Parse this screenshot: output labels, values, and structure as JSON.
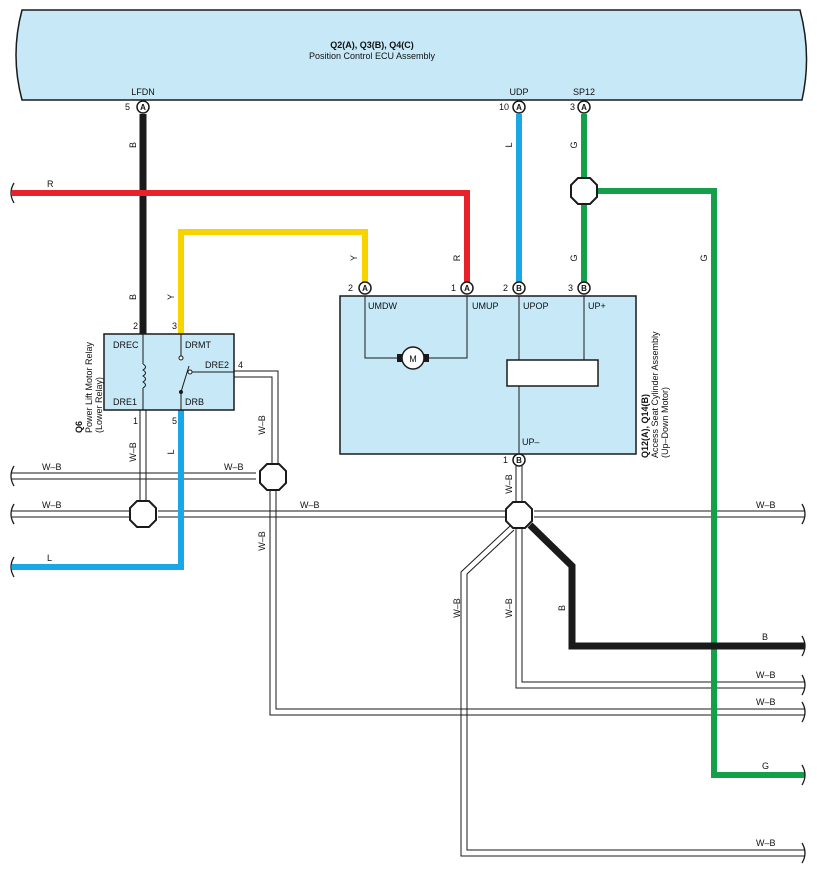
{
  "ecu": {
    "title": "Q2(A), Q3(B), Q4(C)",
    "name": "Position Control ECU Assembly",
    "terminals": [
      {
        "label": "LFDN",
        "pin": "5",
        "conn": "A"
      },
      {
        "label": "UDP",
        "pin": "10",
        "conn": "A"
      },
      {
        "label": "SP12",
        "pin": "3",
        "conn": "A"
      }
    ]
  },
  "relay": {
    "id": "Q6",
    "name": "Power Lift Motor Relay",
    "subname": "(Lower Relay)",
    "terminals": [
      "DREC",
      "DRMT",
      "DRE2",
      "DRE1",
      "DRB"
    ],
    "pins": [
      "2",
      "3",
      "4",
      "1",
      "5"
    ]
  },
  "cylinder": {
    "id": "Q12(A), Q14(B)",
    "name": "Access Seat Cylinder Assembly",
    "subname": "(Up–Down Motor)",
    "terminals": [
      "UMDW",
      "UMUP",
      "UPOP",
      "UP+",
      "UP–"
    ],
    "pins": [
      {
        "pin": "2",
        "conn": "A"
      },
      {
        "pin": "1",
        "conn": "A"
      },
      {
        "pin": "2",
        "conn": "B"
      },
      {
        "pin": "3",
        "conn": "B"
      },
      {
        "pin": "1",
        "conn": "B"
      }
    ],
    "motor_label": "M"
  },
  "wire_colors": {
    "B": "#1a1a1a",
    "L": "#1aa7e6",
    "G": "#14a04a",
    "R": "#e8222a",
    "Y": "#f7d400",
    "W-B": "#ffffff"
  },
  "colors": {
    "component_fill": "#c6e8f7",
    "outline": "#1a1a1a"
  },
  "wire_labels": {
    "b": "B",
    "l": "L",
    "g": "G",
    "r": "R",
    "y": "Y",
    "wb": "W–B"
  }
}
